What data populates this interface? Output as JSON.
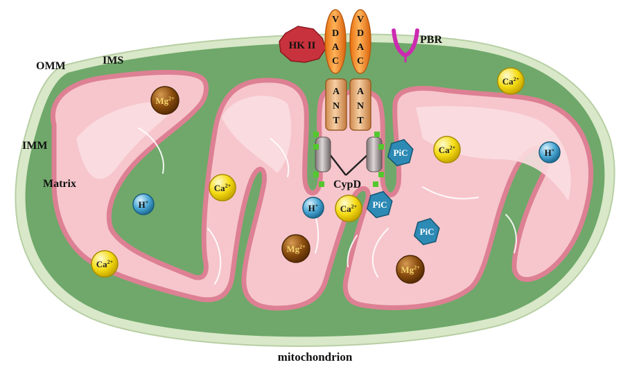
{
  "labels": {
    "omm": "OMM",
    "ims": "IMS",
    "imm": "IMM",
    "matrix": "Matrix",
    "cypd": "CypD",
    "hk2": "HK II",
    "pbr": "PBR",
    "vdac": "VDAC",
    "ant": "ANT",
    "caption": "mitochondrion"
  },
  "ions": {
    "ca_base": "Ca",
    "ca_sup": "2+",
    "mg_base": "Mg",
    "mg_sup": "2+",
    "h_base": "H",
    "h_sup": "+",
    "pic": "PiC"
  },
  "colors": {
    "outer_membrane": "#d9e8c9",
    "ims": "#6fa86a",
    "inner_membrane": "#dd8093",
    "matrix": "#f6c6cc",
    "matrix_light": "#fbdde1",
    "vdac": "#f08a1c",
    "ant": "#eab27e",
    "hk2": "#c8323c",
    "pbr": "#cc2ab0",
    "calcium": "#f7e21c",
    "magnesium": "#8a4d0f",
    "hydrogen": "#4aa7d4",
    "pic": "#2d8ab5",
    "cyp_cylinder": "#a8a0a0",
    "green_dots": "#53c82e"
  }
}
